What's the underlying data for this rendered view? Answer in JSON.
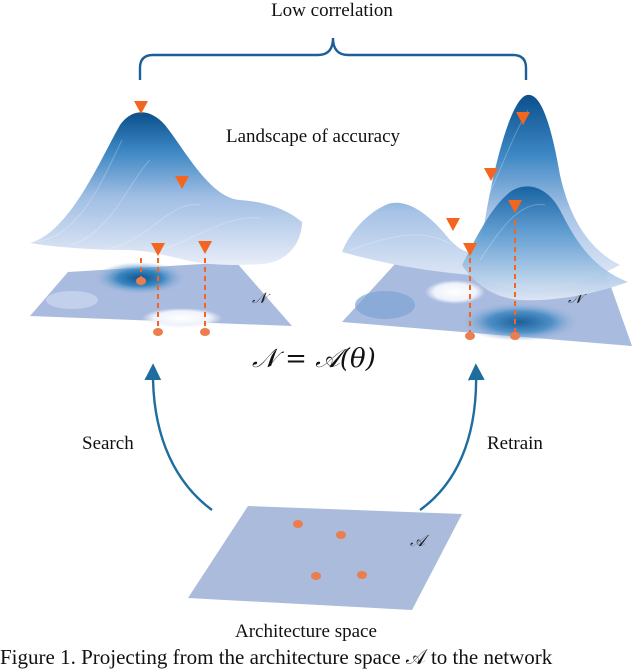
{
  "labels": {
    "top": "Low correlation",
    "landscape": "Landscape of accuracy",
    "formula": "𝒩 = 𝒜(θ)",
    "search": "Search",
    "retrain": "Retrain",
    "arch_space": "Architecture space",
    "n_symbol_left": "𝒩",
    "n_symbol_right": "𝒩",
    "a_symbol": "𝒜"
  },
  "caption": "Figure 1. Projecting from the architecture space 𝒜 to the network",
  "colors": {
    "bracket": "#1f5f99",
    "arrow": "#1f6d9e",
    "marker": "#f4661f",
    "dot": "#ec7d4f",
    "plane": "#aabbdc",
    "peak": "#0b5290",
    "valley": "#e6ebf7"
  }
}
